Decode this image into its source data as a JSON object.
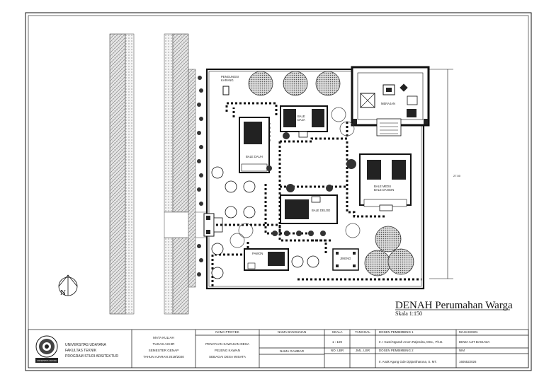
{
  "drawing": {
    "title": "DENAH Perumahan Warga",
    "scale_label": "Skala 1:150",
    "north_label": "N",
    "dimension_label": "27.50"
  },
  "plan_labels": {
    "pengungsi": "PENGUNGSI\nKARANG",
    "merajan": "MERAJAN",
    "bale_daja": "BALE\nDAJA",
    "bale_dauh": "BALE DAUH",
    "bale_dangin": "BALE MEDU\nBALE DANGIN",
    "bale_delod": "BALE DELOD",
    "paon": "PAWON",
    "jineng": "JINENG"
  },
  "title_block": {
    "university": "UNIVERSITAS UDAYANA",
    "faculty": "FAKULTAS TEKNIK",
    "program": "PROGRAM STUDI ARSITEKTUR",
    "logo_caption": "UNIVERSITAS UDAYANA",
    "course_lines": [
      "MATA KULIAH",
      "TUGAS AKHIR",
      "SEMESTER GENAP",
      "TAHUN AJARAN 2019/2020"
    ],
    "project_header": "NAMA PROYEK",
    "project_lines": [
      "PENATAAN KAWASAN DESA",
      "PEJENG KAWAN",
      "SEBAGAI DESA WISATA"
    ],
    "building_header": "NAMA BANGUNAN",
    "drawing_header": "NAMA GAMBAR",
    "scale_header": "SKALA",
    "scale_value": "1 : 100",
    "date_header": "TANGGAL",
    "sheet_no_header": "NO. LBR",
    "sheet_count_header": "JML. LBR",
    "supervisor1_header": "DOSEN PEMBIMBING 1",
    "supervisor1_name": "Ir. I Gusti Ngurah Anom Rajendra, MSc., Ph.D.",
    "supervisor2_header": "DOSEN PEMBIMBING 2",
    "supervisor2_name": "Ir. Anak Agung Gde Djaja Bharuna, S. MT.",
    "student_header": "MAHASISWA",
    "student_name": "DEWA AJIT BAGIADA",
    "nim_header": "NIM",
    "nim_value": "1605522026"
  }
}
